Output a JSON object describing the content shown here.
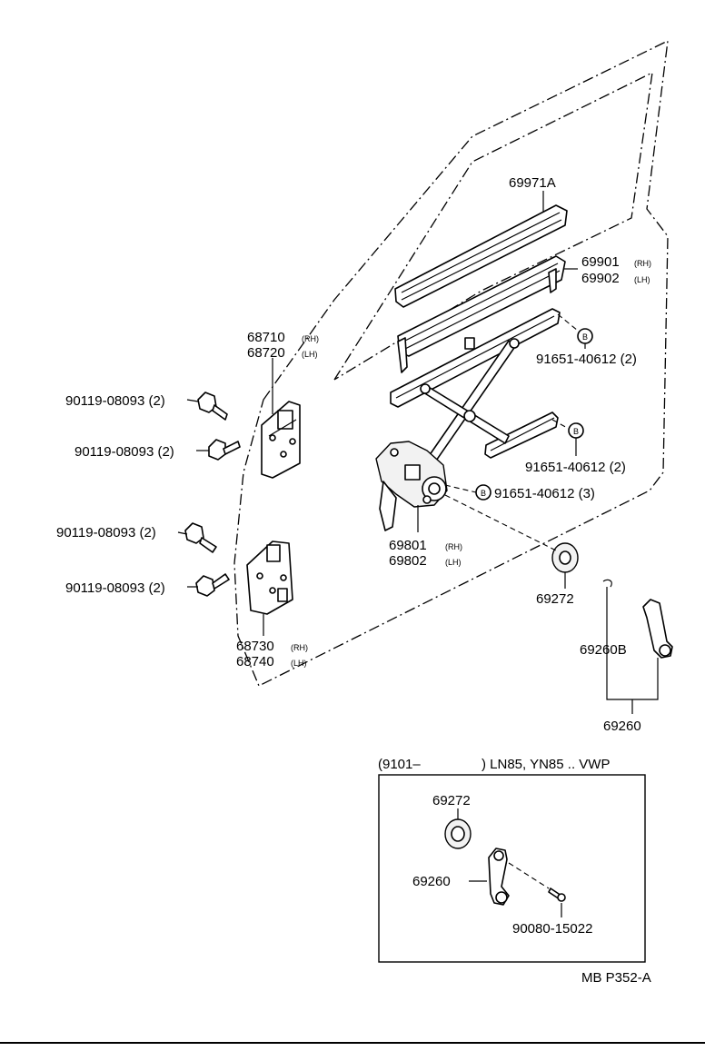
{
  "labels": {
    "p69971A": "69971A",
    "p69901": "69901",
    "p69902": "69902",
    "rh": "(RH)",
    "lh": "(LH)",
    "p68710": "68710",
    "p68720": "68720",
    "p68730": "68730",
    "p68740": "68740",
    "p69801": "69801",
    "p69802": "69802",
    "p91651a": "91651-40612 (2)",
    "p91651b": "91651-40612 (2)",
    "p91651c": "91651-40612 (3)",
    "ref_b": "B",
    "p90119a": "90119-08093 (2)",
    "p90119b": "90119-08093 (2)",
    "p90119c": "90119-08093 (2)",
    "p90119d": "90119-08093 (2)",
    "p69272": "69272",
    "p69260B": "69260B",
    "p69260": "69260"
  },
  "inset": {
    "header_left": "(9101–",
    "header_right": ") LN85, YN85 .. VWP",
    "p69272": "69272",
    "p69260": "69260",
    "p90080": "90080-15022"
  },
  "footer": {
    "code": "MB P352-A"
  }
}
